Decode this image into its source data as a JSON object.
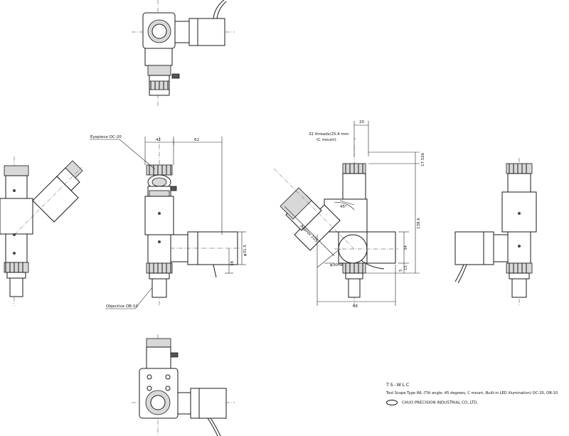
{
  "labels": {
    "eyepiece": "Eyepiece OC-20",
    "objective": "Objective OB-10",
    "thread_note_1": "32 threads/25.4 mm",
    "thread_note_2": "(C mount)",
    "approx": "Approx 105",
    "angle": "45°"
  },
  "dimensions": {
    "d42": "42",
    "d61": "61",
    "d20": "20",
    "d17_526": "17.526",
    "d138_6": "138.6",
    "d34": "34",
    "d5": "5",
    "d15": "15",
    "d66": "66",
    "d31_5": "φ31.5",
    "d38": "38",
    "d30h8": "φ30H8"
  },
  "title_block": {
    "model": "TS-WLC",
    "description": "Tool Scope Type WL (Tilt angle: 45 degrees, C mount, Built-in LED illumination) OC-20, OB-10",
    "company": "CHUO PRECISION INDUSTRIAL CO.,LTD."
  }
}
